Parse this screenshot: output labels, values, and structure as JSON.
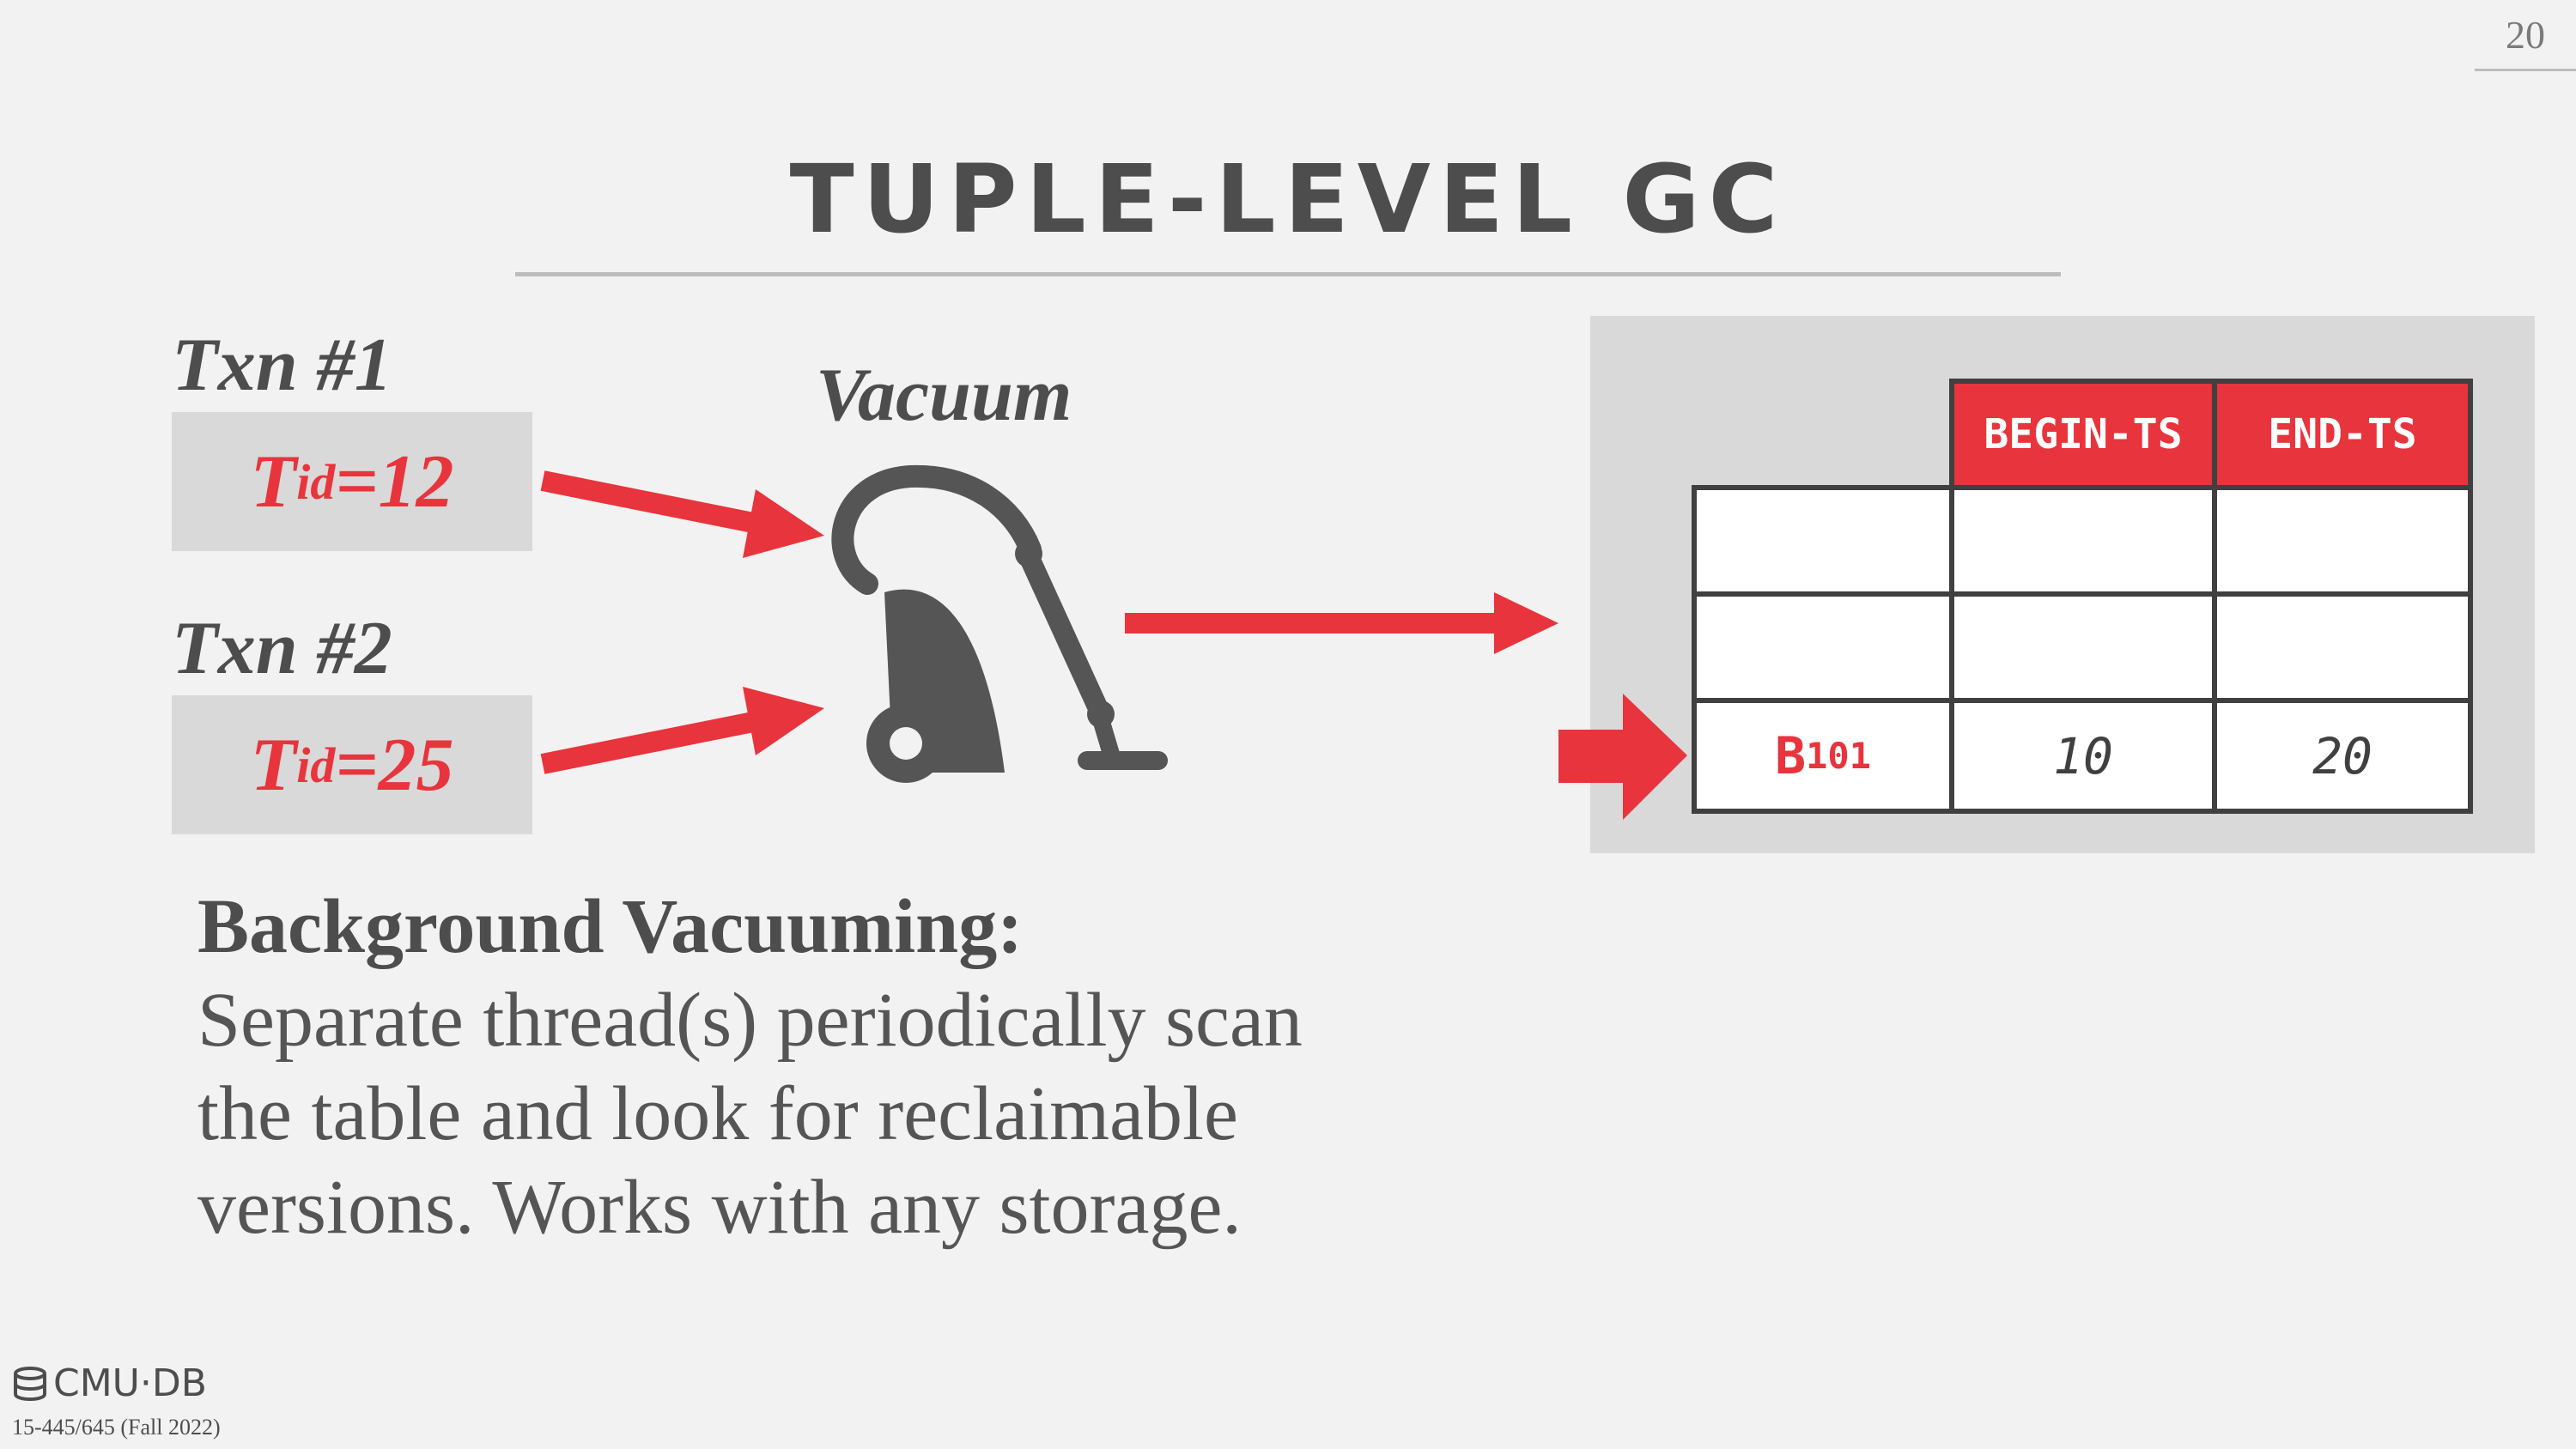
{
  "slide": {
    "page_number": "20",
    "title": "TUPLE-LEVEL GC"
  },
  "transactions": [
    {
      "label": "Txn #1",
      "tid_base": "T",
      "tid_sub": "id",
      "tid_value": "=12"
    },
    {
      "label": "Txn #2",
      "tid_base": "T",
      "tid_sub": "id",
      "tid_value": "=25"
    }
  ],
  "vacuum": {
    "label": "Vacuum",
    "icon": "vacuum-cleaner-icon"
  },
  "table": {
    "headers": [
      "BEGIN-TS",
      "END-TS"
    ],
    "rows": [
      {
        "key_base": "",
        "key_sub": "",
        "begin": "",
        "end": ""
      },
      {
        "key_base": "",
        "key_sub": "",
        "begin": "",
        "end": ""
      },
      {
        "key_base": "B",
        "key_sub": "101",
        "begin": "10",
        "end": "20"
      }
    ]
  },
  "description": {
    "heading": "Background Vacuuming:",
    "body": "Separate thread(s) periodically scan the table and look for reclaimable versions. Works with any storage."
  },
  "footer": {
    "logo_text": "CMU·DB",
    "course": "15-445/645 (Fall 2022)"
  },
  "colors": {
    "accent_red": "#e8343c",
    "dark_gray": "#404040",
    "panel_gray": "#d9d9d9",
    "background": "#f2f2f2"
  }
}
